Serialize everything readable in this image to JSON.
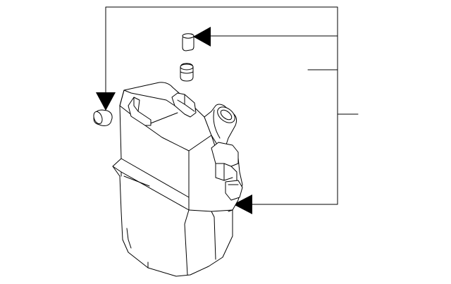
{
  "diagram": {
    "type": "exploded-parts-diagram",
    "parts": [
      {
        "id": "washer-reservoir",
        "name": "washer-reservoir-tank"
      },
      {
        "id": "plug-a",
        "name": "grommet-plug-small"
      },
      {
        "id": "plug-b",
        "name": "grommet-plug-medium"
      },
      {
        "id": "plug-c",
        "name": "grommet-plug-left"
      }
    ],
    "callouts": [],
    "line_color": "#000000",
    "background_color": "#ffffff"
  }
}
